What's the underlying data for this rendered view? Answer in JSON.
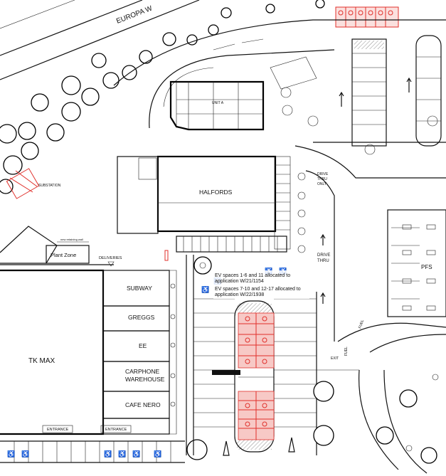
{
  "road": {
    "name": "EUROPA W"
  },
  "units": [
    {
      "key": "halfords",
      "label": "HALFORDS"
    },
    {
      "key": "tkmax",
      "label": "TK MAX"
    },
    {
      "key": "subway",
      "label": "SUBWAY"
    },
    {
      "key": "greggs",
      "label": "GREGGS"
    },
    {
      "key": "ee",
      "label": "EE"
    },
    {
      "key": "carphone1",
      "label": "CARPHONE"
    },
    {
      "key": "carphone2",
      "label": "WAREHOUSE"
    },
    {
      "key": "cafenero",
      "label": "CAFE NERO"
    },
    {
      "key": "pfs",
      "label": "PFS"
    },
    {
      "key": "unita",
      "label": "UNIT A"
    }
  ],
  "labels": {
    "plant_zone": "Plant Zone",
    "deliveries": "DELIVERIES",
    "substation": "SUBSTATION",
    "drive_thru_only": [
      "DRIVE",
      "THRU",
      "ONLY"
    ],
    "drive_thru": [
      "DRIVE",
      "THRU"
    ],
    "entrance": "ENTRANCE",
    "exit": "EXIT",
    "retaining_wall": "new retaining wall",
    "fuel1": "FUEL",
    "fuel2": "FUEL"
  },
  "ev_note": [
    "EV spaces 1-6 and 11 allocated to",
    "application W/21/1154",
    "EV spaces 7-10 and 12-17 allocated to",
    "application W/22/1938"
  ],
  "colors": {
    "linework": "#111111",
    "ev_highlight": "#e0302b",
    "ev_fill": "#f7c9c6"
  }
}
